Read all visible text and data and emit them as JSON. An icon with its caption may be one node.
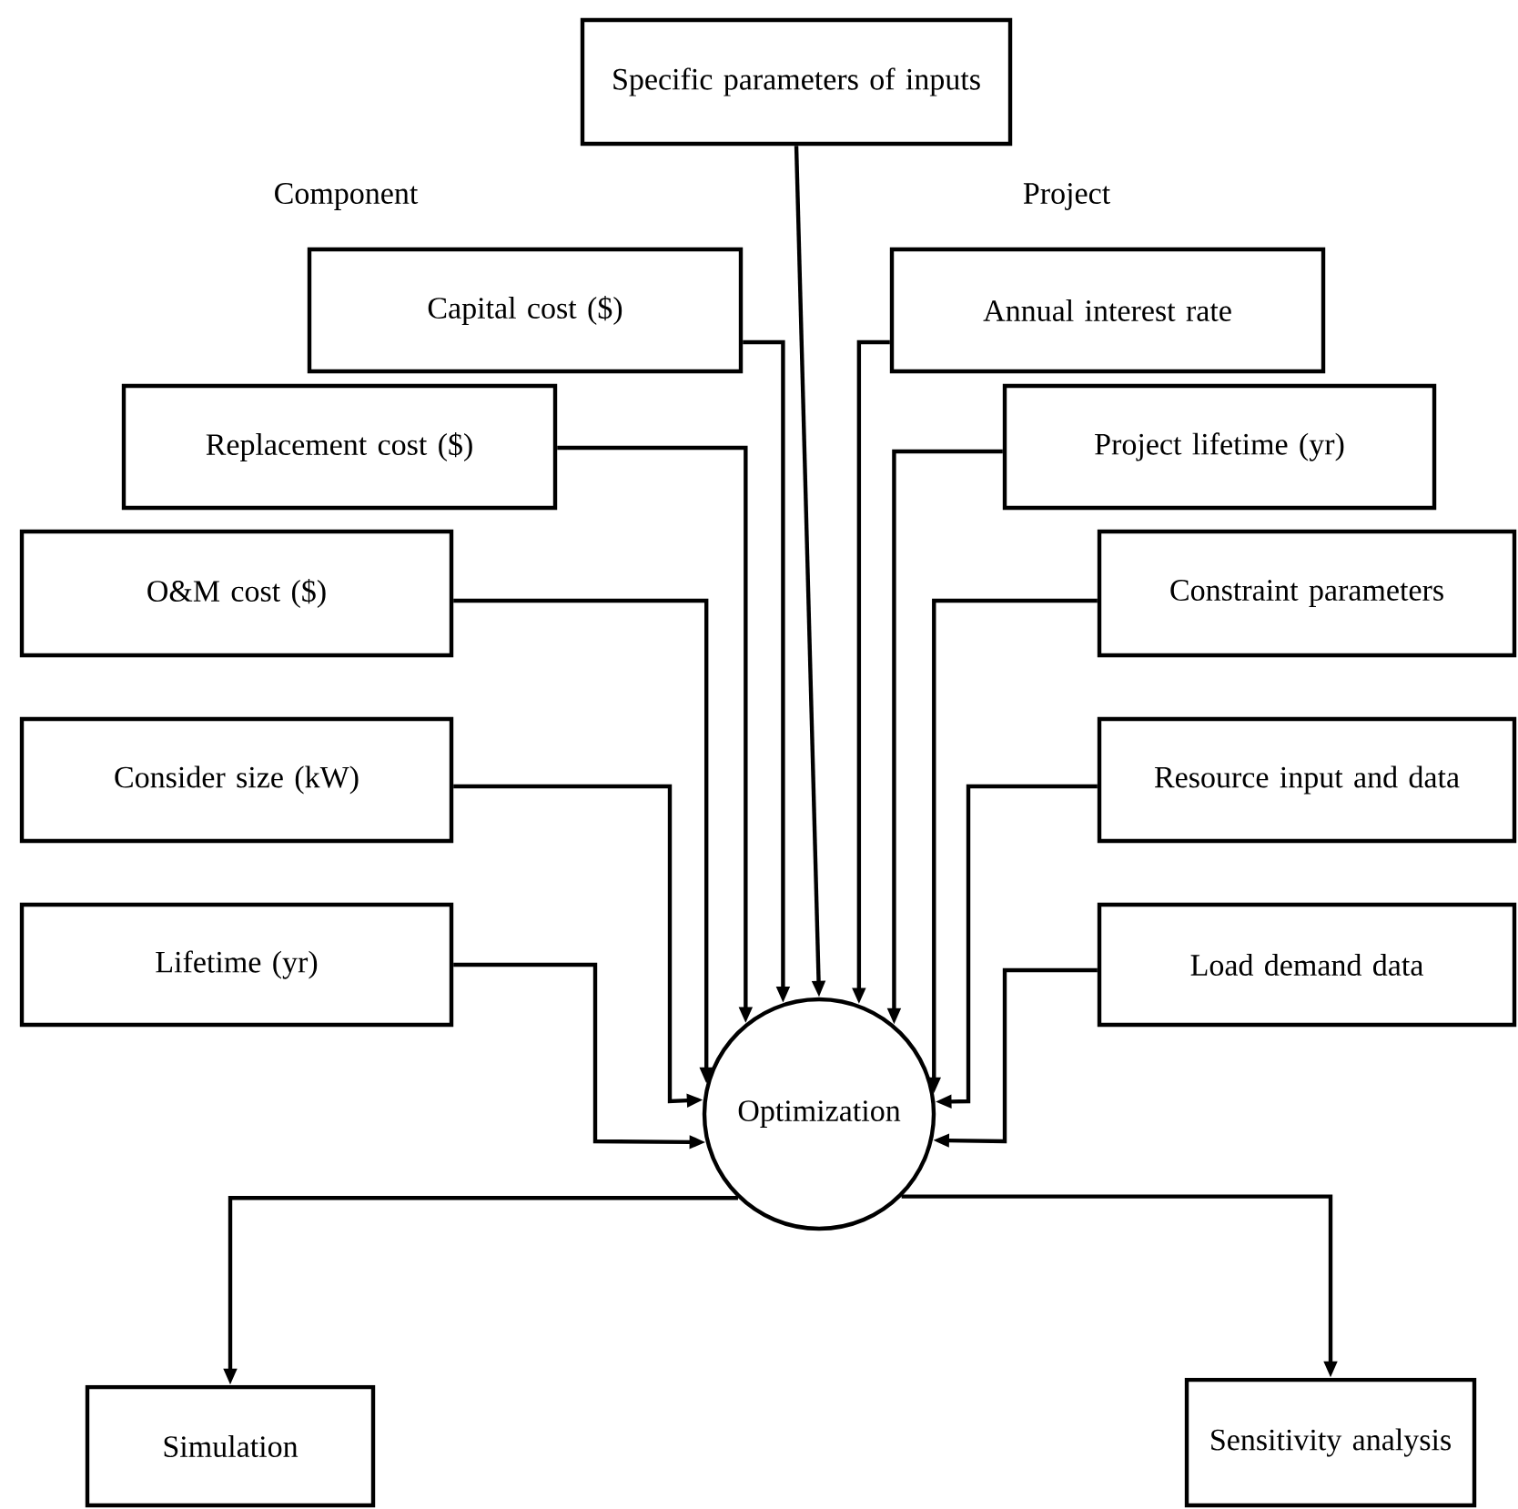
{
  "diagram": {
    "nodes": [
      {
        "text": [
          "Specific parameters of inputs"
        ]
      },
      {
        "text": [
          "Capital cost ($)"
        ]
      },
      {
        "text": [
          "Annual interest rate"
        ]
      },
      {
        "text": [
          "Replacement cost ($)"
        ]
      },
      {
        "text": [
          "Project lifetime (yr)"
        ]
      },
      {
        "text": [
          "O&M cost ($)"
        ]
      },
      {
        "text": [
          "Constraint parameters"
        ]
      },
      {
        "text": [
          "Consider size (kW)"
        ]
      },
      {
        "text": [
          "Resource input and data"
        ]
      },
      {
        "text": [
          "Lifetime (yr)"
        ]
      },
      {
        "text": [
          "Load demand data"
        ]
      },
      {
        "text": [
          "Optimization"
        ]
      },
      {
        "text": [
          "Simulation"
        ]
      },
      {
        "text": [
          "Sensitivity analysis"
        ]
      }
    ],
    "edges": [
      {
        "from": 0,
        "to": 11,
        "arrow": "to"
      },
      {
        "from": 1,
        "to": 11,
        "arrow": "to"
      },
      {
        "from": 2,
        "to": 11,
        "arrow": "to"
      },
      {
        "from": 3,
        "to": 11,
        "arrow": "to"
      },
      {
        "from": 4,
        "to": 11,
        "arrow": "to"
      },
      {
        "from": 5,
        "to": 11,
        "arrow": "to"
      },
      {
        "from": 6,
        "to": 11,
        "arrow": "to"
      },
      {
        "from": 7,
        "to": 11,
        "arrow": "to"
      },
      {
        "from": 8,
        "to": 11,
        "arrow": "to"
      },
      {
        "from": 9,
        "to": 11,
        "arrow": "to"
      },
      {
        "from": 10,
        "to": 11,
        "arrow": "to"
      },
      {
        "from": 11,
        "to": 12,
        "arrow": "to"
      },
      {
        "from": 11,
        "to": 13,
        "arrow": "to"
      }
    ],
    "labels": [
      "Component",
      "Project"
    ]
  }
}
